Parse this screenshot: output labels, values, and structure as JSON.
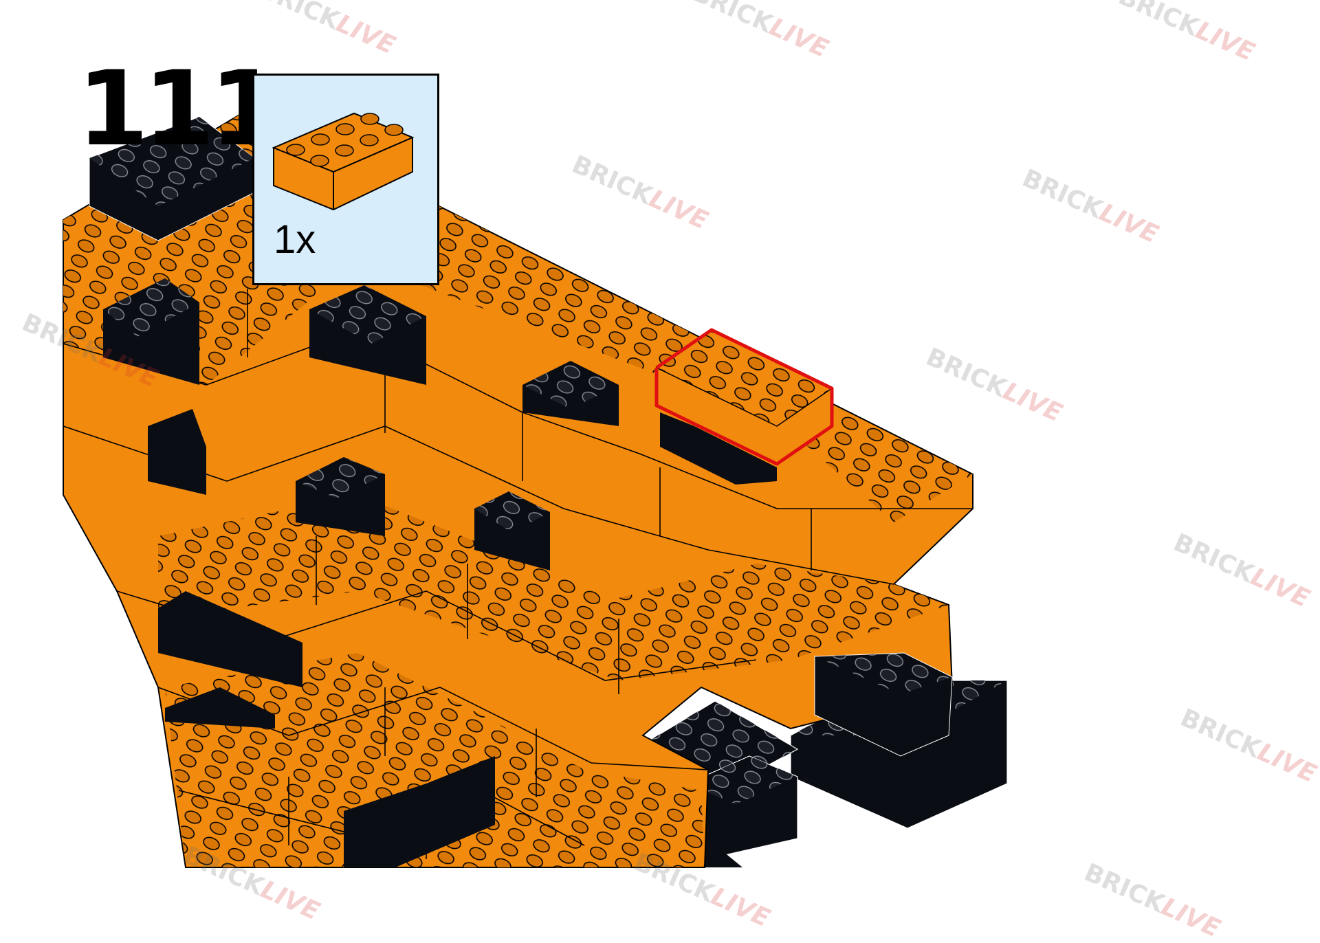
{
  "step": {
    "number": "111"
  },
  "parts_callout": {
    "quantity": "1x",
    "part_color": "#f28a0d"
  },
  "watermark": {
    "part1": "BRICK",
    "part2": "LIVE"
  },
  "colors": {
    "orange": "#f28a0d",
    "black": "#0a0d14",
    "white": "#ffffff",
    "highlight": "#e01010",
    "callout_bg": "#d7edfb"
  }
}
